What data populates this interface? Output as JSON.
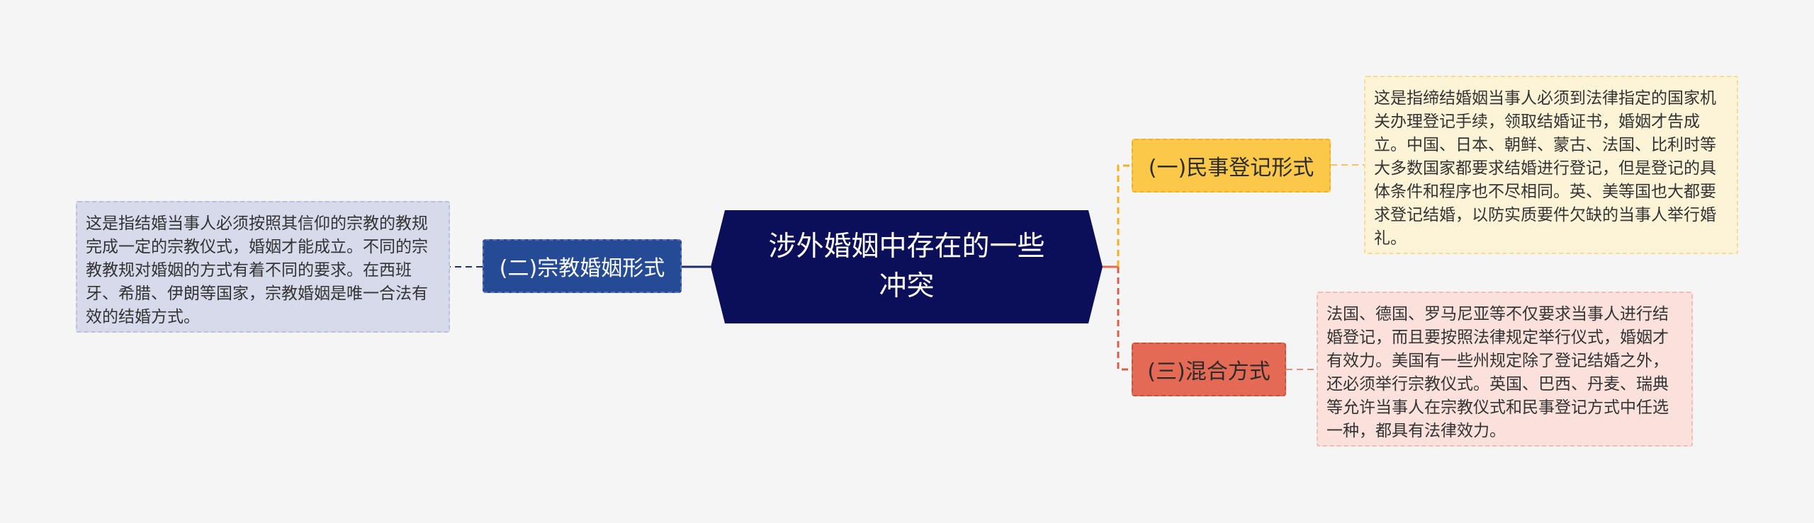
{
  "central": {
    "title": "涉外婚姻中存在的一些冲突",
    "color": "#0b0e58"
  },
  "branches": [
    {
      "id": "civil",
      "label": "(一)民事登记形式",
      "color": "#fbc84a",
      "detail": "这是指缔结婚姻当事人必须到法律指定的国家机关办理登记手续，领取结婚证书，婚姻才告成立。中国、日本、朝鲜、蒙古、法国、比利时等大多数国家都要求结婚进行登记，但是登记的具体条件和程序也不尽相同。英、美等国也大都要求登记结婚，以防实质要件欠缺的当事人举行婚礼。"
    },
    {
      "id": "religious",
      "label": "(二)宗教婚姻形式",
      "color": "#254a96",
      "detail": "这是指结婚当事人必须按照其信仰的宗教的教规完成一定的宗教仪式，婚姻才能成立。不同的宗教教规对婚姻的方式有着不同的要求。在西班牙、希腊、伊朗等国家，宗教婚姻是唯一合法有效的结婚方式。"
    },
    {
      "id": "mixed",
      "label": "(三)混合方式",
      "color": "#e46a55",
      "detail": "法国、德国、罗马尼亚等不仅要求当事人进行结婚登记，而且要按照法律规定举行仪式，婚姻才有效力。美国有一些州规定除了登记结婚之外，还必须举行宗教仪式。英国、巴西、丹麦、瑞典等允许当事人在宗教仪式和民事登记方式中任选一种，都具有法律效力。"
    }
  ]
}
